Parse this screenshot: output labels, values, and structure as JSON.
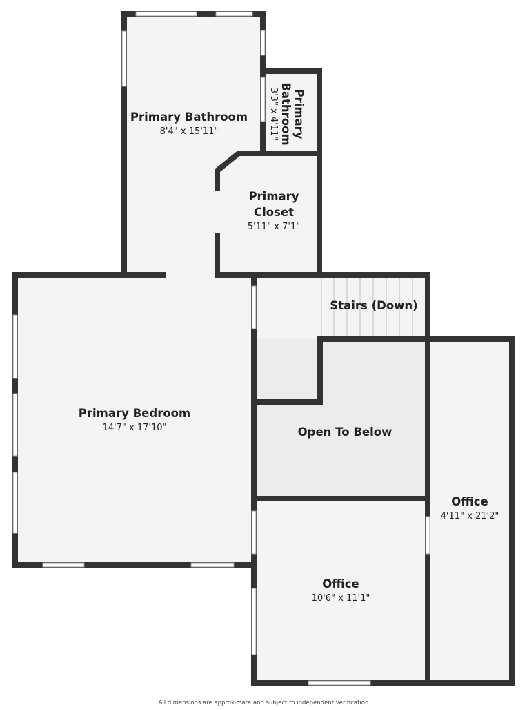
{
  "colors": {
    "wall": "#333333",
    "floor": "#f4f4f4",
    "open_floor": "#ececec",
    "window": "#ffffff",
    "window_edge": "#9a9a9a",
    "stair_line": "#bfbfbf",
    "text": "#222222"
  },
  "rooms": {
    "primary_bathroom": {
      "name": "Primary Bathroom",
      "dims": "8'4\" x 15'11\""
    },
    "primary_bathroom_small": {
      "name_line1": "Primary",
      "name_line2": "Bathroom",
      "dims": "3'3\" x 4'11\""
    },
    "primary_closet": {
      "name_line1": "Primary",
      "name_line2": "Closet",
      "dims": "5'11\" x 7'1\""
    },
    "stairs": {
      "name": "Stairs (Down)"
    },
    "primary_bedroom": {
      "name": "Primary Bedroom",
      "dims": "14'7\" x 17'10\""
    },
    "open_to_below": {
      "name": "Open To Below"
    },
    "office_right": {
      "name": "Office",
      "dims": "4'11\" x 21'2\""
    },
    "office_bottom": {
      "name": "Office",
      "dims": "10'6\" x 11'1\""
    }
  },
  "disclaimer": "All dimensions are approximate and subject to independent verification"
}
